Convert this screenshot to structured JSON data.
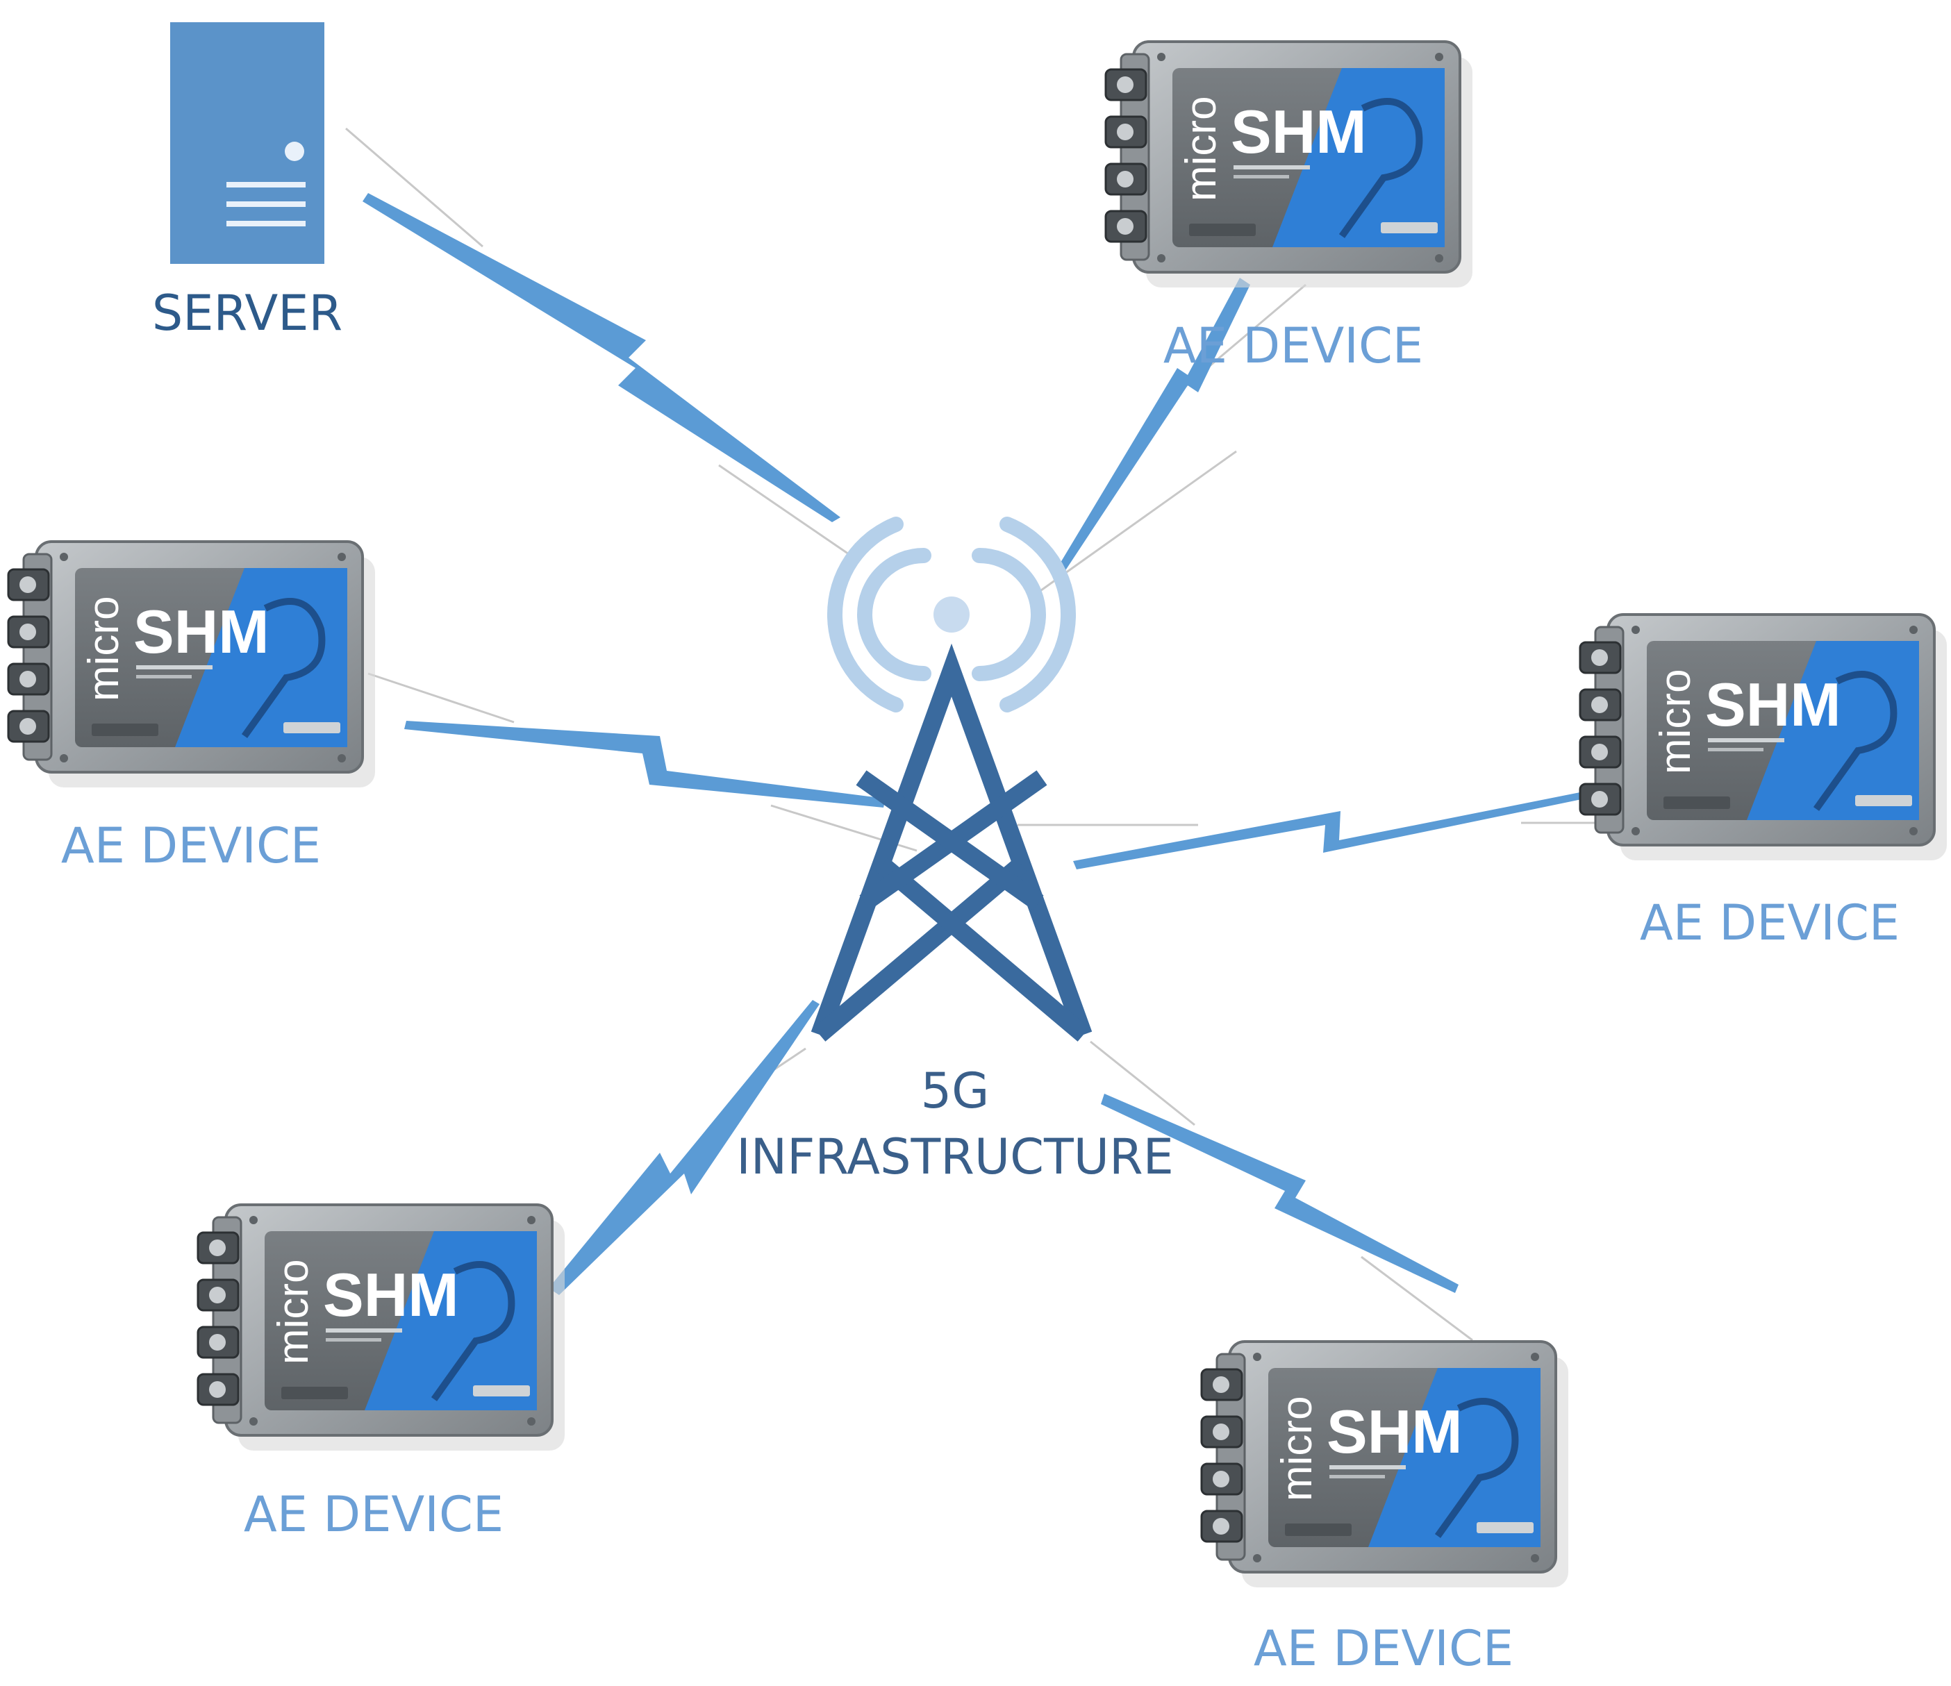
{
  "colors": {
    "server": "#5b93c9",
    "server_label": "#2d5a8a",
    "device_label": "#6b9fd6",
    "bolt": "#5b9bd5",
    "tower": "#3a6a9e",
    "tower_label": "#3a5f8a",
    "signal": "#b5d0ea",
    "signal_dot": "#c8dbef",
    "thin_line": "#c9c9c9",
    "device_body": "#9aa0a4",
    "device_face": "#6e7377",
    "device_accent": "#2f7fd6"
  },
  "server": {
    "label": "SERVER",
    "icon": "server-icon"
  },
  "hub": {
    "label_line1": "5G",
    "label_line2": "INFRASTRUCTURE",
    "icon": "cell-tower-icon"
  },
  "device_brand": {
    "micro": "micro",
    "shm": "SHM"
  },
  "devices": [
    {
      "id": "top-right",
      "label": "AE DEVICE"
    },
    {
      "id": "mid-left",
      "label": "AE DEVICE"
    },
    {
      "id": "mid-right",
      "label": "AE DEVICE"
    },
    {
      "id": "bottom-left",
      "label": "AE DEVICE"
    },
    {
      "id": "bottom-right",
      "label": "AE DEVICE"
    }
  ]
}
